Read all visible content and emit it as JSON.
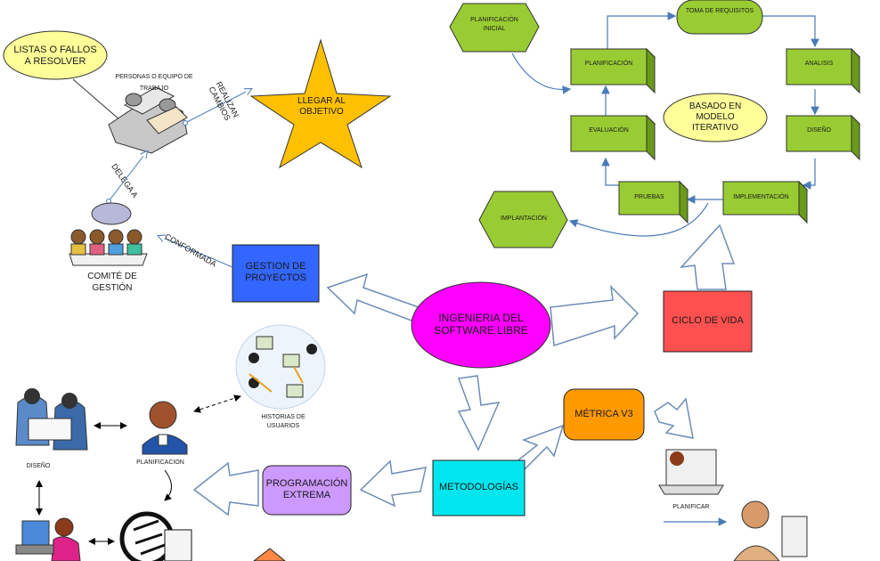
{
  "center": {
    "main_topic": "INGENIERIA DEL SOFTWARE LIBRE"
  },
  "branches": {
    "gestion": "GESTION DE PROYECTOS",
    "ciclo": "CICLO DE VIDA",
    "metodologias": "METODOLOGÍAS",
    "metrica": "MÉTRICA V3",
    "xp": "PROGRAMACIÓN EXTREMA"
  },
  "gestion_detail": {
    "listas": "LISTAS O FALLOS A RESOLVER",
    "personas": "PERSONAS O EQUIPO DE TRABAJO",
    "realizan": "REALIZAN CAMBIOS",
    "objetivo": "LLEGAR AL OBJETIVO",
    "delega": "DELEGA A",
    "comite": "COMITÉ DE GESTIÓN",
    "conformada": "CONFORMADA"
  },
  "ciclo_detail": {
    "planificacion_inicial": "PLANIFICACIÓN INICIAL",
    "toma": "TOMA DE REQUISITOS",
    "planificacion": "PLANIFICACIÓN",
    "analisis": "ANALISIS",
    "evaluacion": "EVALUACIÓN",
    "diseno": "DISEÑO",
    "basado": "BASADO EN MODELO ITERATIVO",
    "pruebas": "PRUEBAS",
    "implementacion": "IMPLEMENTACIÓN",
    "implantacion": "IMPLANTACIÓN"
  },
  "xp_detail": {
    "historias": "HISTORIAS DE USUARIOS",
    "planificacion": "PLANIFICACION",
    "diseno": "DISEÑO"
  },
  "metrica_detail": {
    "planificar": "PLANIFICAR"
  },
  "colors": {
    "green_box": "#99cc33",
    "gold_star": "#ffc000",
    "magenta": "#ff00ff",
    "blue_box": "#3366ff",
    "red_box": "#ff5050",
    "cyan_box": "#00e5ee",
    "orange_box": "#ff9900",
    "purple_box": "#cc99ff",
    "yellow_note": "#ffff99"
  }
}
